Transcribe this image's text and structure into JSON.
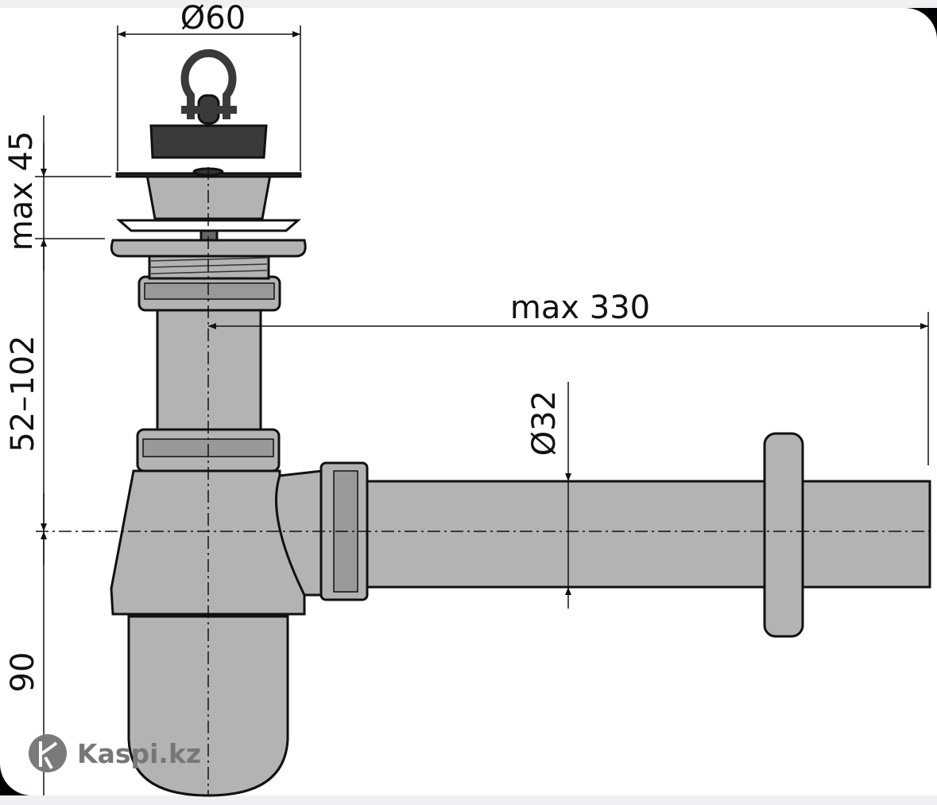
{
  "dimensions": {
    "top_diameter": "Ø60",
    "max_height_top": "max 45",
    "height_range": "52–102",
    "bottom_height": "90",
    "max_length": "max 330",
    "pipe_diameter": "Ø32"
  },
  "watermark": {
    "text": "Kaspi.kz"
  },
  "colors": {
    "part_fill": "#b3b3b3",
    "stopper": "#3a3a3a",
    "outline": "#111111"
  }
}
